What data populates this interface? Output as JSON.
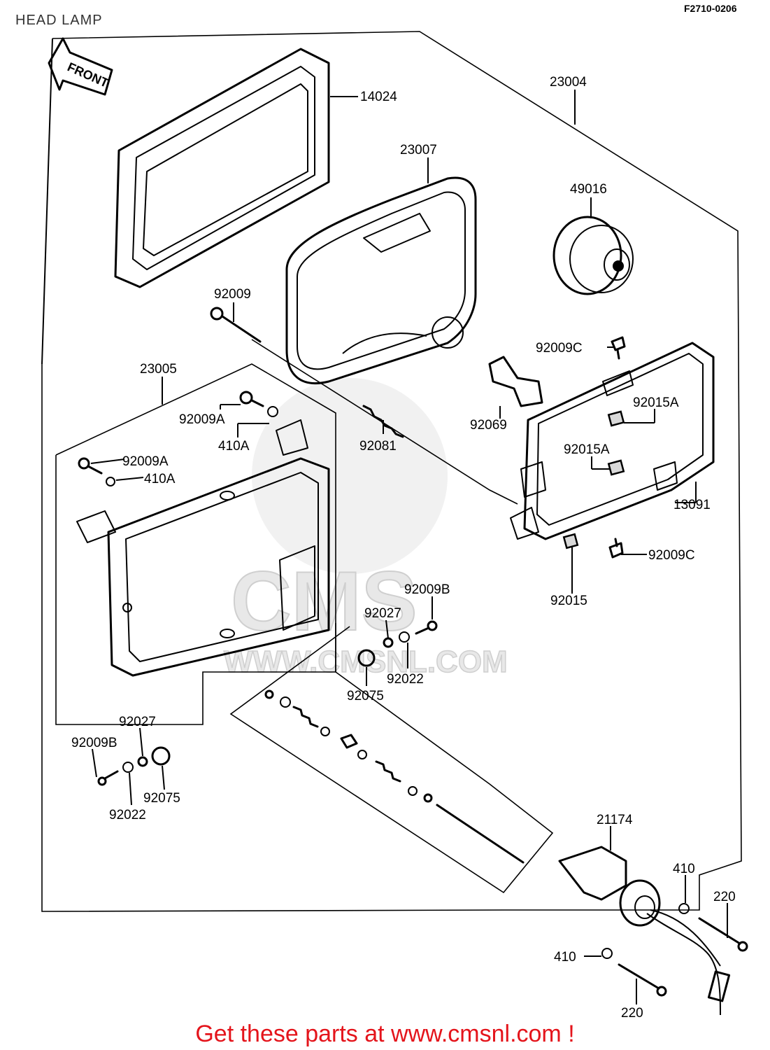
{
  "header": {
    "title": "HEAD LAMP",
    "figure_code": "F2710-0206"
  },
  "front_arrow": {
    "label": "FRONT"
  },
  "watermark": {
    "brand": "CMS",
    "url": "WWW.CMSNL.COM"
  },
  "callouts": {
    "p14024": "14024",
    "p23004": "23004",
    "p23007": "23007",
    "p49016": "49016",
    "p92009": "92009",
    "p23005": "23005",
    "p92009C_top": "92009C",
    "p92015A_1": "92015A",
    "p92069": "92069",
    "p92009A_1": "92009A",
    "p410A_1": "410A",
    "p92081": "92081",
    "p92015A_2": "92015A",
    "p92009A_2": "92009A",
    "p410A_2": "410A",
    "p13091": "13091",
    "p92009C_bottom": "92009C",
    "p92009B_1": "92009B",
    "p92015": "92015",
    "p92027_1": "92027",
    "p92022_1": "92022",
    "p92075_1": "92075",
    "p92027_2": "92027",
    "p92009B_2": "92009B",
    "p92075_2": "92075",
    "p92022_2": "92022",
    "p21174": "21174",
    "p410_1": "410",
    "p220_1": "220",
    "p410_2": "410",
    "p220_2": "220"
  },
  "footer": {
    "cta": "Get these parts at www.cmsnl.com !"
  },
  "colors": {
    "cta_red": "#e4141b",
    "line": "#000000",
    "watermark_gray": "#e6e6e6"
  }
}
